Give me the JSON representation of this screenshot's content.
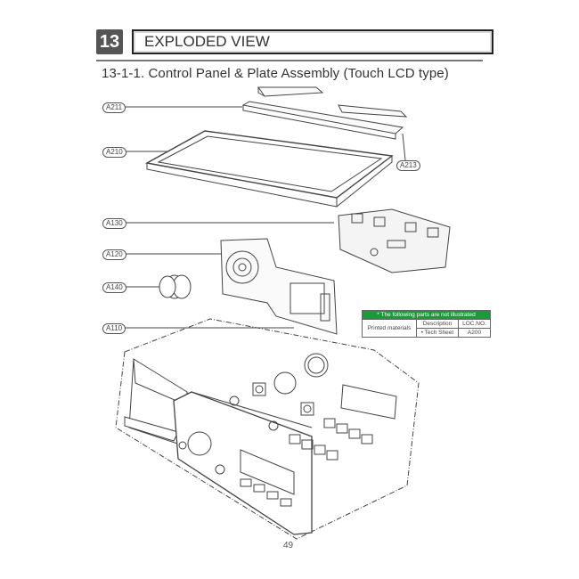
{
  "header": {
    "section_number": "13",
    "section_title": "EXPLODED VIEW",
    "subtitle": "13-1-1. Control Panel & Plate Assembly (Touch LCD type)"
  },
  "callouts": [
    {
      "id": "A211",
      "label": "A211"
    },
    {
      "id": "A210",
      "label": "A210"
    },
    {
      "id": "A213",
      "label": "A213"
    },
    {
      "id": "A130",
      "label": "A130"
    },
    {
      "id": "A120",
      "label": "A120"
    },
    {
      "id": "A140",
      "label": "A140"
    },
    {
      "id": "A110",
      "label": "A110"
    }
  ],
  "notes_table": {
    "header": "* The following parts are not illustrated",
    "row_label": "Printed materials",
    "col_description": "Description",
    "col_loc": "LOC.NO.",
    "item_description": "• Tech Sheet",
    "item_loc": "A200"
  },
  "footer": {
    "page_number": "49"
  },
  "colors": {
    "section_badge": "#555555",
    "notes_header": "#1a9a3a"
  }
}
